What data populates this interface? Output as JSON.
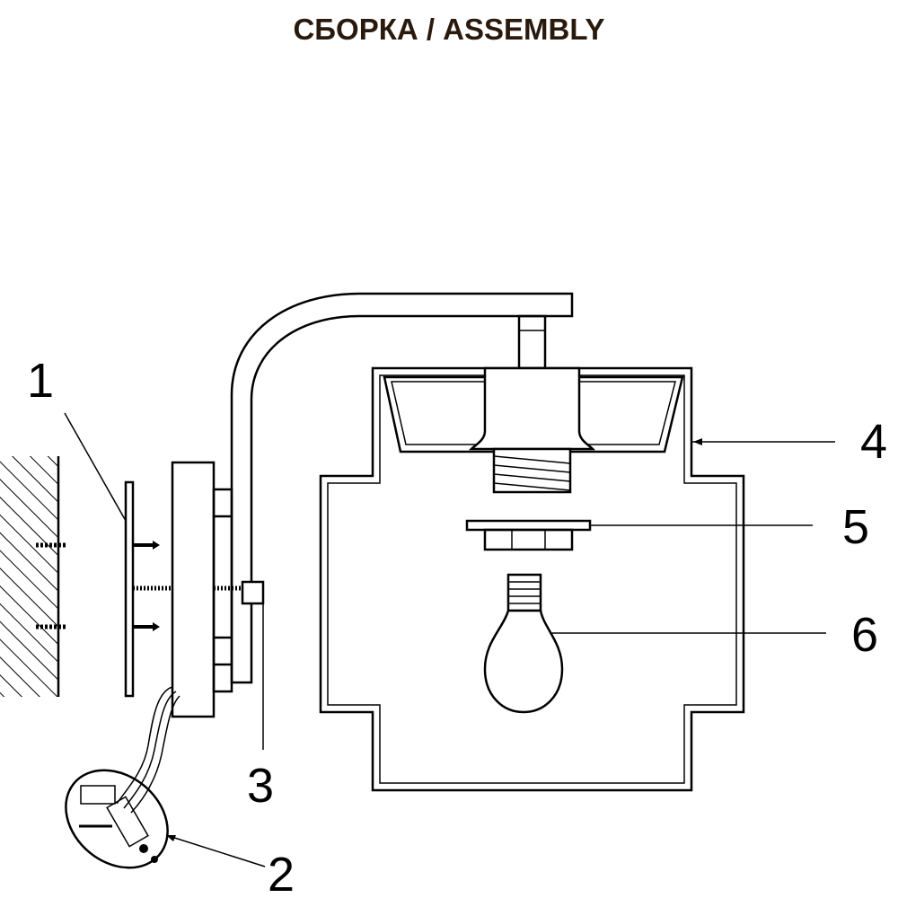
{
  "title": "СБОРКА / ASSEMBLY",
  "labels": {
    "l1": "1",
    "l2": "2",
    "l3": "3",
    "l4": "4",
    "l5": "5",
    "l6": "6"
  }
}
